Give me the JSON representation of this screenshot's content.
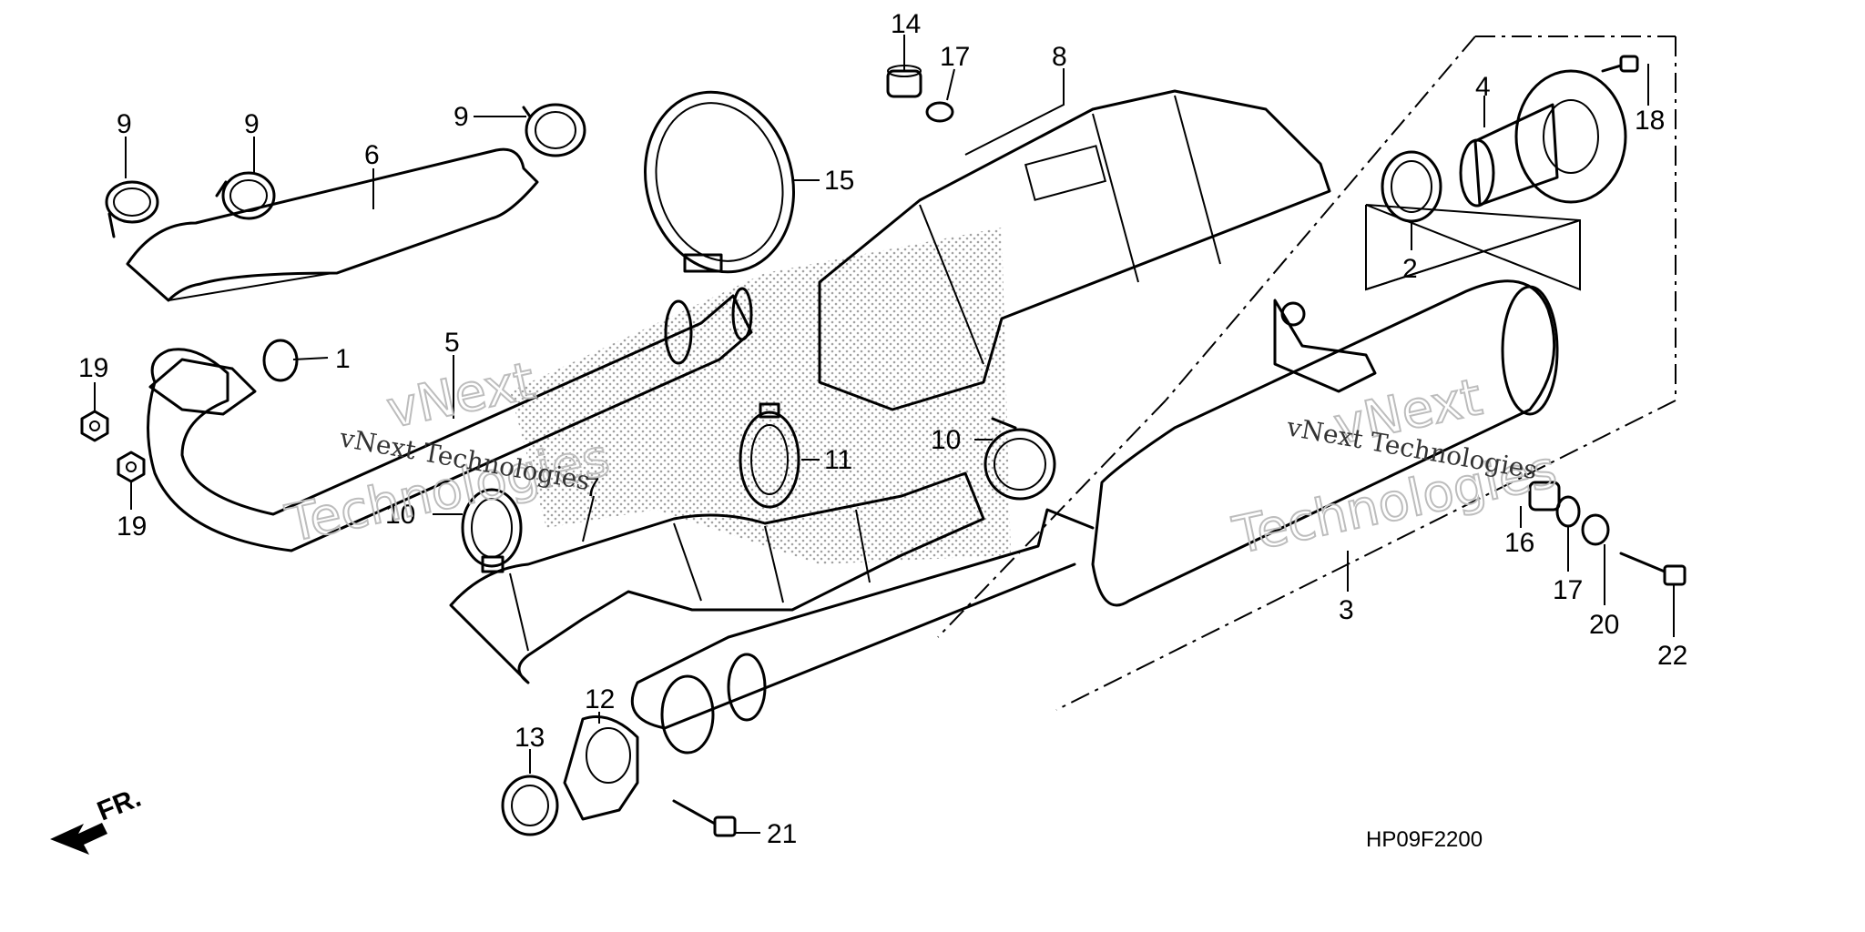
{
  "diagram": {
    "callouts": [
      {
        "id": "c1",
        "text": "1"
      },
      {
        "id": "c2",
        "text": "2"
      },
      {
        "id": "c3",
        "text": "3"
      },
      {
        "id": "c4",
        "text": "4"
      },
      {
        "id": "c5",
        "text": "5"
      },
      {
        "id": "c6",
        "text": "6"
      },
      {
        "id": "c7",
        "text": "7"
      },
      {
        "id": "c8",
        "text": "8"
      },
      {
        "id": "c9a",
        "text": "9"
      },
      {
        "id": "c9b",
        "text": "9"
      },
      {
        "id": "c9c",
        "text": "9"
      },
      {
        "id": "c10a",
        "text": "10"
      },
      {
        "id": "c10b",
        "text": "10"
      },
      {
        "id": "c11",
        "text": "11"
      },
      {
        "id": "c12",
        "text": "12"
      },
      {
        "id": "c13",
        "text": "13"
      },
      {
        "id": "c14",
        "text": "14"
      },
      {
        "id": "c15",
        "text": "15"
      },
      {
        "id": "c16",
        "text": "16"
      },
      {
        "id": "c17a",
        "text": "17"
      },
      {
        "id": "c17b",
        "text": "17"
      },
      {
        "id": "c18",
        "text": "18"
      },
      {
        "id": "c19a",
        "text": "19"
      },
      {
        "id": "c19b",
        "text": "19"
      },
      {
        "id": "c20",
        "text": "20"
      },
      {
        "id": "c21",
        "text": "21"
      },
      {
        "id": "c22",
        "text": "22"
      }
    ],
    "front_arrow_label": "FR.",
    "diagram_code": "HP09F2200",
    "watermark_big": "vNext",
    "watermark_big_2": "Technologies",
    "watermark_small": "vNext Technologies"
  }
}
